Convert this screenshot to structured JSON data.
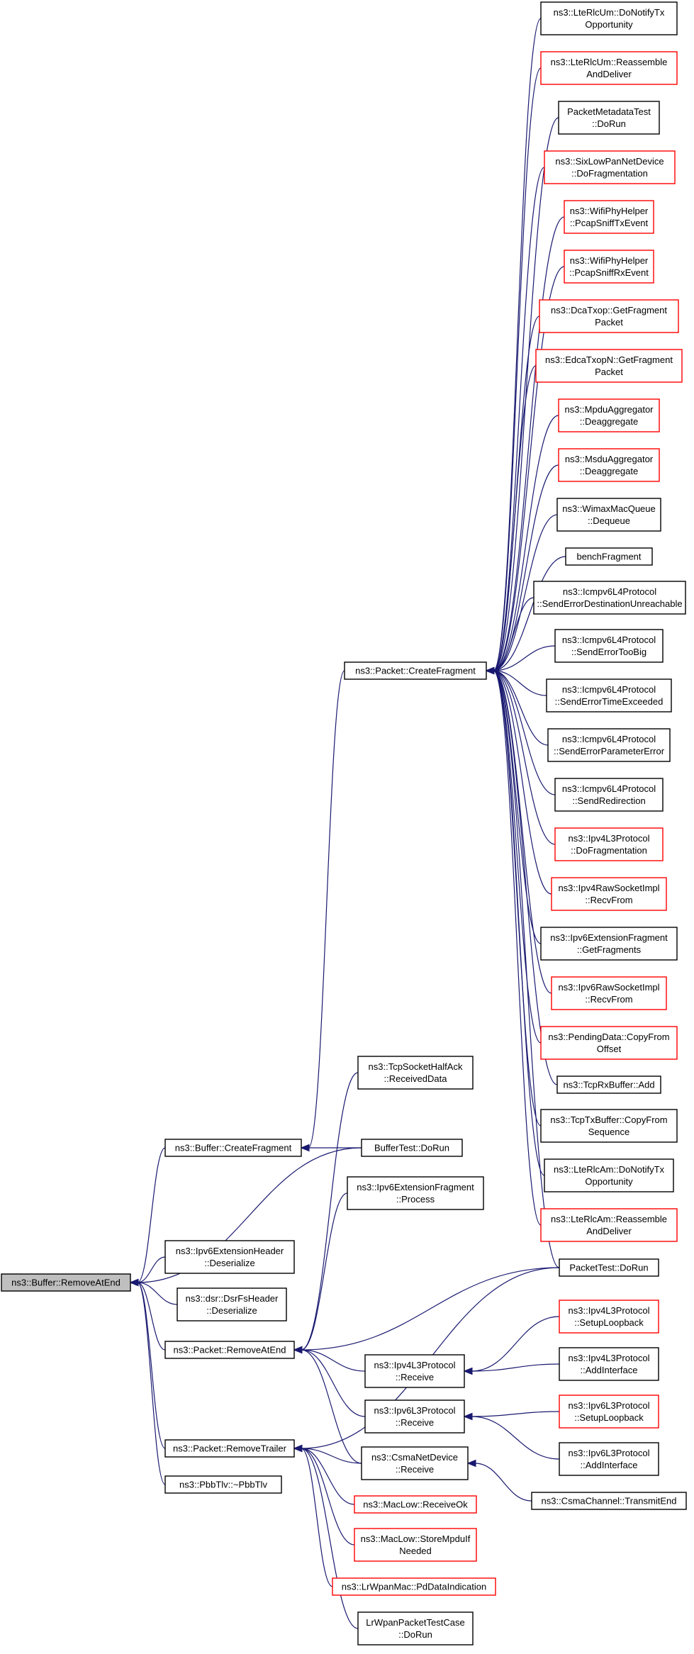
{
  "graph": {
    "colors": {
      "edge": "#191970",
      "highlight_border": "#ff0000",
      "normal_border": "#000000",
      "root_fill": "#bfbfbf"
    },
    "nodes": [
      {
        "id": "root",
        "lines": [
          "ns3::Buffer::RemoveAtEnd"
        ],
        "border": "root"
      },
      {
        "id": "bufCreateFragment",
        "lines": [
          "ns3::Buffer::CreateFragment"
        ],
        "border": "black"
      },
      {
        "id": "ipv6ExtHeaderDeser",
        "lines": [
          "ns3::Ipv6ExtensionHeader",
          "::Deserialize"
        ],
        "border": "black"
      },
      {
        "id": "dsrDeser",
        "lines": [
          "ns3::dsr::DsrFsHeader",
          "::Deserialize"
        ],
        "border": "black"
      },
      {
        "id": "pktRemoveAtEnd",
        "lines": [
          "ns3::Packet::RemoveAtEnd"
        ],
        "border": "black"
      },
      {
        "id": "pktRemoveTrailer",
        "lines": [
          "ns3::Packet::RemoveTrailer"
        ],
        "border": "black"
      },
      {
        "id": "pbbTlv",
        "lines": [
          "ns3::PbbTlv::~PbbTlv"
        ],
        "border": "black"
      },
      {
        "id": "pktCreateFragment",
        "lines": [
          "ns3::Packet::CreateFragment"
        ],
        "border": "black"
      },
      {
        "id": "bufferTest",
        "lines": [
          "BufferTest::DoRun"
        ],
        "border": "black"
      },
      {
        "id": "tcpHalfAck",
        "lines": [
          "ns3::TcpSocketHalfAck",
          "::ReceivedData"
        ],
        "border": "black"
      },
      {
        "id": "ipv6ExtFragProcess",
        "lines": [
          "ns3::Ipv6ExtensionFragment",
          "::Process"
        ],
        "border": "black"
      },
      {
        "id": "ipv4L3Receive",
        "lines": [
          "ns3::Ipv4L3Protocol",
          "::Receive"
        ],
        "border": "black"
      },
      {
        "id": "ipv6L3Receive",
        "lines": [
          "ns3::Ipv6L3Protocol",
          "::Receive"
        ],
        "border": "black"
      },
      {
        "id": "csmaNetReceive",
        "lines": [
          "ns3::CsmaNetDevice",
          "::Receive"
        ],
        "border": "black"
      },
      {
        "id": "macLowReceiveOk",
        "lines": [
          "ns3::MacLow::ReceiveOk"
        ],
        "border": "red"
      },
      {
        "id": "macLowStoreMpdu",
        "lines": [
          "ns3::MacLow::StoreMpduIf",
          "Needed"
        ],
        "border": "red"
      },
      {
        "id": "lrWpanPdData",
        "lines": [
          "ns3::LrWpanMac::PdDataIndication"
        ],
        "border": "red"
      },
      {
        "id": "lrWpanTest",
        "lines": [
          "LrWpanPacketTestCase",
          "::DoRun"
        ],
        "border": "black"
      },
      {
        "id": "lteUmNotify",
        "lines": [
          "ns3::LteRlcUm::DoNotifyTx",
          "Opportunity"
        ],
        "border": "black"
      },
      {
        "id": "lteUmReassemble",
        "lines": [
          "ns3::LteRlcUm::Reassemble",
          "AndDeliver"
        ],
        "border": "red"
      },
      {
        "id": "pktMetaTest",
        "lines": [
          "PacketMetadataTest",
          "::DoRun"
        ],
        "border": "black"
      },
      {
        "id": "sixLowPanFrag",
        "lines": [
          "ns3::SixLowPanNetDevice",
          "::DoFragmentation"
        ],
        "border": "red"
      },
      {
        "id": "wifiSniffTx",
        "lines": [
          "ns3::WifiPhyHelper",
          "::PcapSniffTxEvent"
        ],
        "border": "red"
      },
      {
        "id": "wifiSniffRx",
        "lines": [
          "ns3::WifiPhyHelper",
          "::PcapSniffRxEvent"
        ],
        "border": "red"
      },
      {
        "id": "dcaTxop",
        "lines": [
          "ns3::DcaTxop::GetFragment",
          "Packet"
        ],
        "border": "red"
      },
      {
        "id": "edcaTxop",
        "lines": [
          "ns3::EdcaTxopN::GetFragment",
          "Packet"
        ],
        "border": "red"
      },
      {
        "id": "mpduDeagg",
        "lines": [
          "ns3::MpduAggregator",
          "::Deaggregate"
        ],
        "border": "red"
      },
      {
        "id": "msduDeagg",
        "lines": [
          "ns3::MsduAggregator",
          "::Deaggregate"
        ],
        "border": "red"
      },
      {
        "id": "wimaxDequeue",
        "lines": [
          "ns3::WimaxMacQueue",
          "::Dequeue"
        ],
        "border": "black"
      },
      {
        "id": "benchFragment",
        "lines": [
          "benchFragment"
        ],
        "border": "black"
      },
      {
        "id": "icmpDestUnreach",
        "lines": [
          "ns3::Icmpv6L4Protocol",
          "::SendErrorDestinationUnreachable"
        ],
        "border": "black"
      },
      {
        "id": "icmpTooBig",
        "lines": [
          "ns3::Icmpv6L4Protocol",
          "::SendErrorTooBig"
        ],
        "border": "black"
      },
      {
        "id": "icmpTimeExceeded",
        "lines": [
          "ns3::Icmpv6L4Protocol",
          "::SendErrorTimeExceeded"
        ],
        "border": "black"
      },
      {
        "id": "icmpParamError",
        "lines": [
          "ns3::Icmpv6L4Protocol",
          "::SendErrorParameterError"
        ],
        "border": "black"
      },
      {
        "id": "icmpRedirection",
        "lines": [
          "ns3::Icmpv6L4Protocol",
          "::SendRedirection"
        ],
        "border": "black"
      },
      {
        "id": "ipv4Frag",
        "lines": [
          "ns3::Ipv4L3Protocol",
          "::DoFragmentation"
        ],
        "border": "red"
      },
      {
        "id": "ipv4Raw",
        "lines": [
          "ns3::Ipv4RawSocketImpl",
          "::RecvFrom"
        ],
        "border": "red"
      },
      {
        "id": "ipv6ExtFragGet",
        "lines": [
          "ns3::Ipv6ExtensionFragment",
          "::GetFragments"
        ],
        "border": "black"
      },
      {
        "id": "ipv6Raw",
        "lines": [
          "ns3::Ipv6RawSocketImpl",
          "::RecvFrom"
        ],
        "border": "red"
      },
      {
        "id": "pendingData",
        "lines": [
          "ns3::PendingData::CopyFrom",
          "Offset"
        ],
        "border": "red"
      },
      {
        "id": "tcpRxAdd",
        "lines": [
          "ns3::TcpRxBuffer::Add"
        ],
        "border": "black"
      },
      {
        "id": "tcpTxCopy",
        "lines": [
          "ns3::TcpTxBuffer::CopyFrom",
          "Sequence"
        ],
        "border": "black"
      },
      {
        "id": "lteAmNotify",
        "lines": [
          "ns3::LteRlcAm::DoNotifyTx",
          "Opportunity"
        ],
        "border": "black"
      },
      {
        "id": "lteAmReassemble",
        "lines": [
          "ns3::LteRlcAm::Reassemble",
          "AndDeliver"
        ],
        "border": "red"
      },
      {
        "id": "packetTest",
        "lines": [
          "PacketTest::DoRun"
        ],
        "border": "black"
      },
      {
        "id": "ipv4Setup",
        "lines": [
          "ns3::Ipv4L3Protocol",
          "::SetupLoopback"
        ],
        "border": "red"
      },
      {
        "id": "ipv4AddIf",
        "lines": [
          "ns3::Ipv4L3Protocol",
          "::AddInterface"
        ],
        "border": "black"
      },
      {
        "id": "ipv6Setup",
        "lines": [
          "ns3::Ipv6L3Protocol",
          "::SetupLoopback"
        ],
        "border": "red"
      },
      {
        "id": "ipv6AddIf",
        "lines": [
          "ns3::Ipv6L3Protocol",
          "::AddInterface"
        ],
        "border": "black"
      },
      {
        "id": "csmaChannel",
        "lines": [
          "ns3::CsmaChannel::TransmitEnd"
        ],
        "border": "black"
      }
    ],
    "edges": [
      [
        "bufCreateFragment",
        "root"
      ],
      [
        "ipv6ExtHeaderDeser",
        "root"
      ],
      [
        "dsrDeser",
        "root"
      ],
      [
        "pktRemoveAtEnd",
        "root"
      ],
      [
        "pktRemoveTrailer",
        "root"
      ],
      [
        "pbbTlv",
        "root"
      ],
      [
        "bufferTest",
        "root"
      ],
      [
        "pktCreateFragment",
        "bufCreateFragment"
      ],
      [
        "bufferTest",
        "bufCreateFragment"
      ],
      [
        "tcpHalfAck",
        "pktRemoveAtEnd"
      ],
      [
        "ipv6ExtFragProcess",
        "pktRemoveAtEnd"
      ],
      [
        "packetTest",
        "pktRemoveAtEnd"
      ],
      [
        "ipv4L3Receive",
        "pktRemoveAtEnd"
      ],
      [
        "ipv6L3Receive",
        "pktRemoveAtEnd"
      ],
      [
        "csmaNetReceive",
        "pktRemoveAtEnd"
      ],
      [
        "csmaNetReceive",
        "pktRemoveTrailer"
      ],
      [
        "macLowReceiveOk",
        "pktRemoveTrailer"
      ],
      [
        "macLowStoreMpdu",
        "pktRemoveTrailer"
      ],
      [
        "lrWpanPdData",
        "pktRemoveTrailer"
      ],
      [
        "lrWpanTest",
        "pktRemoveTrailer"
      ],
      [
        "packetTest",
        "pktRemoveTrailer"
      ],
      [
        "lteUmNotify",
        "pktCreateFragment"
      ],
      [
        "lteUmReassemble",
        "pktCreateFragment"
      ],
      [
        "pktMetaTest",
        "pktCreateFragment"
      ],
      [
        "sixLowPanFrag",
        "pktCreateFragment"
      ],
      [
        "wifiSniffTx",
        "pktCreateFragment"
      ],
      [
        "wifiSniffRx",
        "pktCreateFragment"
      ],
      [
        "dcaTxop",
        "pktCreateFragment"
      ],
      [
        "edcaTxop",
        "pktCreateFragment"
      ],
      [
        "mpduDeagg",
        "pktCreateFragment"
      ],
      [
        "msduDeagg",
        "pktCreateFragment"
      ],
      [
        "wimaxDequeue",
        "pktCreateFragment"
      ],
      [
        "benchFragment",
        "pktCreateFragment"
      ],
      [
        "icmpDestUnreach",
        "pktCreateFragment"
      ],
      [
        "icmpTooBig",
        "pktCreateFragment"
      ],
      [
        "icmpTimeExceeded",
        "pktCreateFragment"
      ],
      [
        "icmpParamError",
        "pktCreateFragment"
      ],
      [
        "icmpRedirection",
        "pktCreateFragment"
      ],
      [
        "ipv4Frag",
        "pktCreateFragment"
      ],
      [
        "ipv4Raw",
        "pktCreateFragment"
      ],
      [
        "ipv6ExtFragGet",
        "pktCreateFragment"
      ],
      [
        "ipv6Raw",
        "pktCreateFragment"
      ],
      [
        "pendingData",
        "pktCreateFragment"
      ],
      [
        "tcpRxAdd",
        "pktCreateFragment"
      ],
      [
        "tcpTxCopy",
        "pktCreateFragment"
      ],
      [
        "lteAmNotify",
        "pktCreateFragment"
      ],
      [
        "lteAmReassemble",
        "pktCreateFragment"
      ],
      [
        "packetTest",
        "pktCreateFragment"
      ],
      [
        "ipv4Setup",
        "ipv4L3Receive"
      ],
      [
        "ipv4AddIf",
        "ipv4L3Receive"
      ],
      [
        "ipv6Setup",
        "ipv6L3Receive"
      ],
      [
        "ipv6AddIf",
        "ipv6L3Receive"
      ],
      [
        "csmaChannel",
        "csmaNetReceive"
      ]
    ]
  }
}
